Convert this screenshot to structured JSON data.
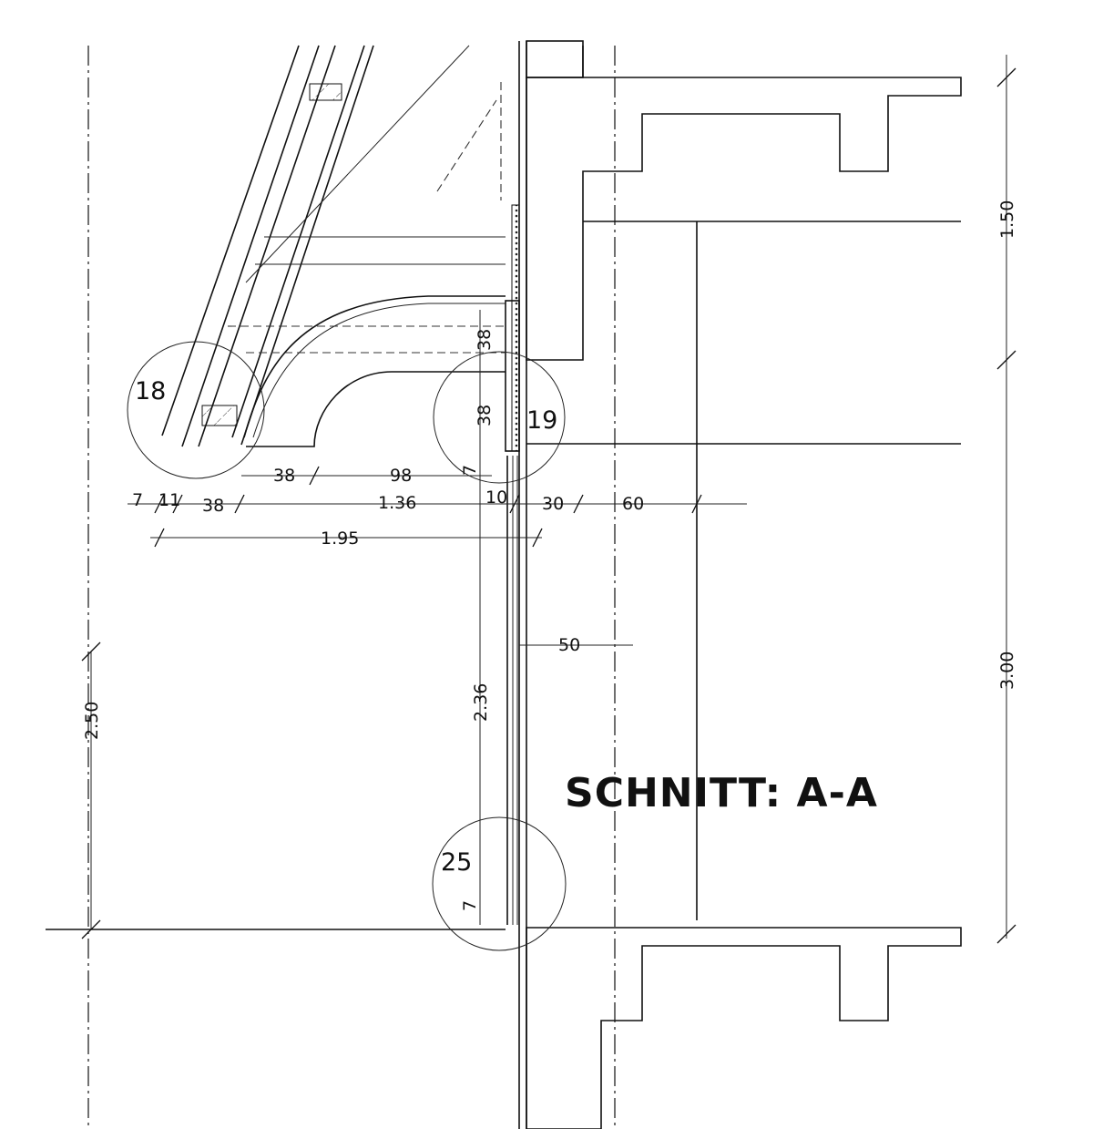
{
  "title": "SCHNITT: A-A",
  "details": {
    "d18": "18",
    "d19": "19",
    "d25": "25"
  },
  "dimensions": {
    "v_38_upper": "38",
    "v_38_lower": "38",
    "v_7_upper": "7",
    "h_38_top": "38",
    "h_98": "98",
    "h_7": "7",
    "h_11": "11",
    "h_38_bottom": "38",
    "h_136": "1.36",
    "h_10": "10",
    "h_30": "30",
    "h_60": "60",
    "h_195": "1.95",
    "h_50": "50",
    "v_236": "2.36",
    "v_7_lower": "7",
    "v_250": "2.50",
    "v_150": "1.50",
    "v_300": "3.00"
  }
}
